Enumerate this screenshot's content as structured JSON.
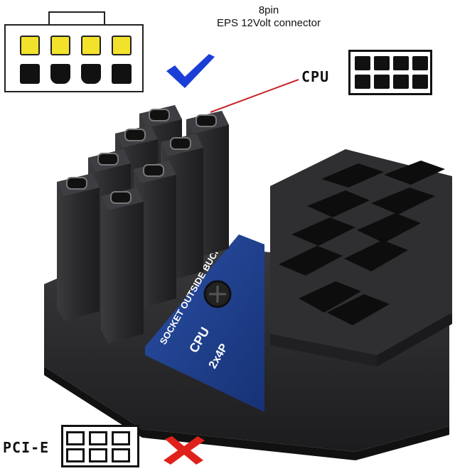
{
  "header": {
    "line1": "8pin",
    "line2": "EPS 12Volt connector"
  },
  "cpu_label": "CPU",
  "pcie_label": "PCI-E",
  "board_text": {
    "socket": "SOCKET OUTSIDE BUCKLE",
    "cpu": "CPU",
    "spec": "2x4P"
  },
  "icons": {
    "correct": "checkmark-icon",
    "wrong": "cross-icon"
  },
  "colors": {
    "check_blue": "#1b3fd6",
    "cross_red": "#e0211b",
    "pin_yellow": "#f3e22b",
    "board_blue": "#1f3f8f",
    "connector_black": "#2b2b2d",
    "leader_red": "#c8262a"
  }
}
